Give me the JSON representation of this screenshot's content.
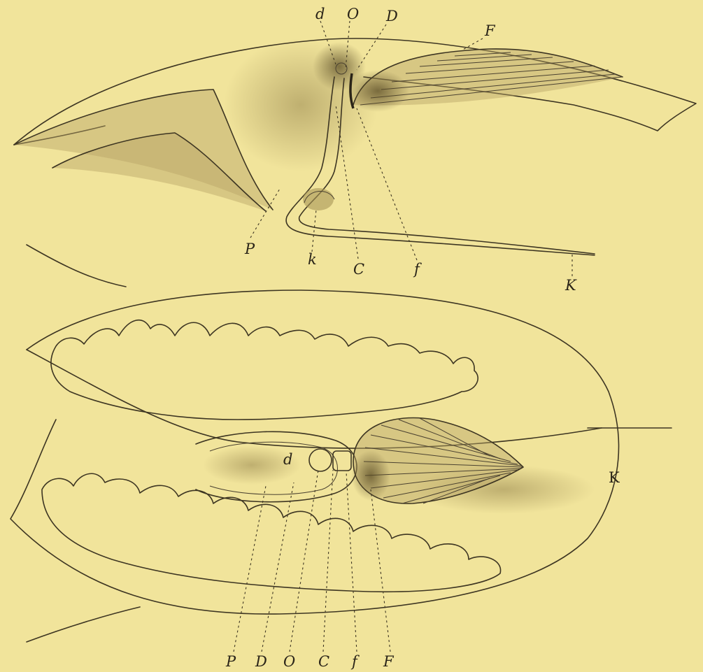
{
  "figure": {
    "upper_labels": [
      "d",
      "O",
      "D",
      "F",
      "P",
      "k",
      "C",
      "f",
      "K"
    ],
    "lower_labels": [
      "d",
      "K",
      "P",
      "D",
      "O",
      "C",
      "f",
      "F"
    ]
  }
}
